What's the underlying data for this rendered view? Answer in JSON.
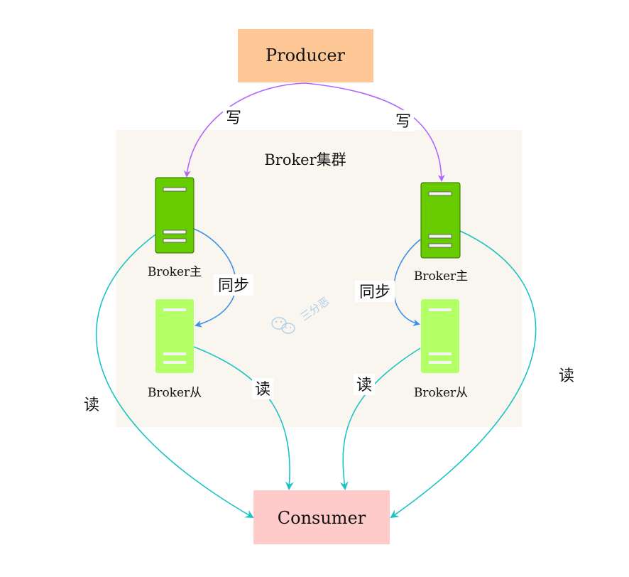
{
  "producer": {
    "label": "Producer",
    "color": "#fdc896"
  },
  "consumer": {
    "label": "Consumer",
    "color": "#ffcaca"
  },
  "cluster": {
    "label": "Broker集群",
    "color": "#f8f6ee"
  },
  "brokers": {
    "left_master": {
      "label": "Broker主",
      "color": "#66cc00"
    },
    "left_slave": {
      "label": "Broker从",
      "color": "#b3ff66"
    },
    "right_master": {
      "label": "Broker主",
      "color": "#66cc00"
    },
    "right_slave": {
      "label": "Broker从",
      "color": "#b3ff66"
    }
  },
  "edges": {
    "write_left": "写",
    "write_right": "写",
    "sync_left": "同步",
    "sync_right": "同步",
    "read_left_master": "读",
    "read_left_slave": "读",
    "read_right_slave": "读",
    "read_right_master": "读"
  },
  "colors": {
    "write": "#b266ff",
    "sync": "#3d8fe8",
    "read": "#1dc3c3"
  },
  "watermark": {
    "label": "三分恶",
    "icon": "wechat-icon"
  }
}
